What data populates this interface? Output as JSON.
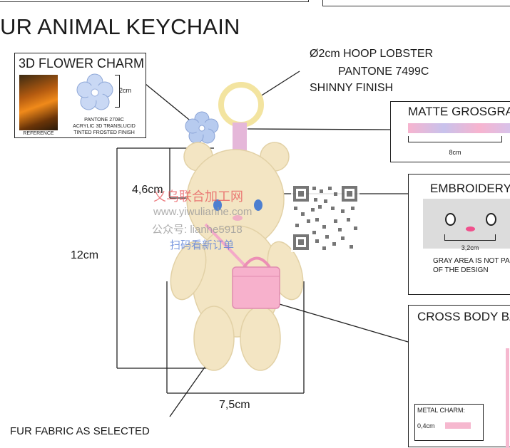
{
  "page": {
    "title": "UR ANIMAL KEYCHAIN"
  },
  "hoop": {
    "line1": "Ø2cm HOOP LOBSTER",
    "line2": "PANTONE 7499C",
    "line3": "SHINNY FINISH"
  },
  "flower_box": {
    "title": "3D FLOWER CHARM",
    "reference": "REFERENCE",
    "size": "2cm",
    "spec1": "PANTONE 2708C",
    "spec2": "ACRYLIC 3D TRANSLUCID",
    "spec3": "TINTED FROSTED FINISH"
  },
  "grosgrain_box": {
    "title": "MATTE GROSGRA",
    "size": "8cm"
  },
  "embroidery_box": {
    "title": "EMBROIDERY",
    "size": "3,2cm",
    "note1": "GRAY AREA IS NOT PA",
    "note2": "OF THE DESIGN"
  },
  "crossbody_box": {
    "title": "CROSS BODY BA",
    "metal_title": "METAL CHARM:",
    "metal_size": "0,4cm"
  },
  "dimensions": {
    "head": "4,6cm",
    "height": "12cm",
    "width": "7,5cm"
  },
  "fur_label": "FUR FABRIC AS SELECTED",
  "watermark": {
    "line1": "义乌联合加工网",
    "line2": "www.yiwulianhe.com",
    "line3": "公众号: lianhe5918",
    "line4": "扫码看新订单"
  },
  "colors": {
    "bear": "#f3e6c6",
    "pink": "#f4a9c8",
    "flower": "#b9cdf0",
    "ring": "#f6e9a2",
    "watermark_red": "#e8555a"
  }
}
